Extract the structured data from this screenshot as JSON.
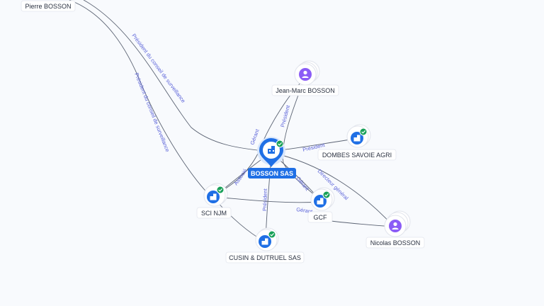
{
  "nodes": {
    "pierre": {
      "label": "Pierre BOSSON",
      "icon": "person-icon"
    },
    "jean_marc": {
      "label": "Jean-Marc BOSSON",
      "icon": "person-icon"
    },
    "bosson_sas": {
      "label": "BOSSON SAS",
      "icon": "building-icon"
    },
    "dombes": {
      "label": "DOMBES SAVOIE AGRI",
      "icon": "building-icon"
    },
    "sci_njm": {
      "label": "SCI NJM",
      "icon": "building-icon"
    },
    "gcf": {
      "label": "GCF",
      "icon": "building-icon"
    },
    "nicolas": {
      "label": "Nicolas BOSSON",
      "icon": "person-icon"
    },
    "cusin": {
      "label": "CUSIN & DUTRUEL SAS",
      "icon": "building-icon"
    }
  },
  "edges": {
    "pierre_bosson": "Président du conseil de surveillance",
    "pierre_sci": "Président du conseil de surveillance",
    "jm_bosson": "Gérant",
    "jm_gcf": "Président",
    "bosson_dombes": "Président",
    "bosson_sci": "Associé",
    "bosson_cusin": "Président",
    "bosson_gcf": "Gérant",
    "nicolas_bosson": "Directeur général",
    "sci_gcf": "Gérant"
  },
  "colors": {
    "company": "#1f6fe5",
    "person": "#8b5cf6",
    "verified": "#18a058",
    "edge_label": "#5b63d9"
  }
}
